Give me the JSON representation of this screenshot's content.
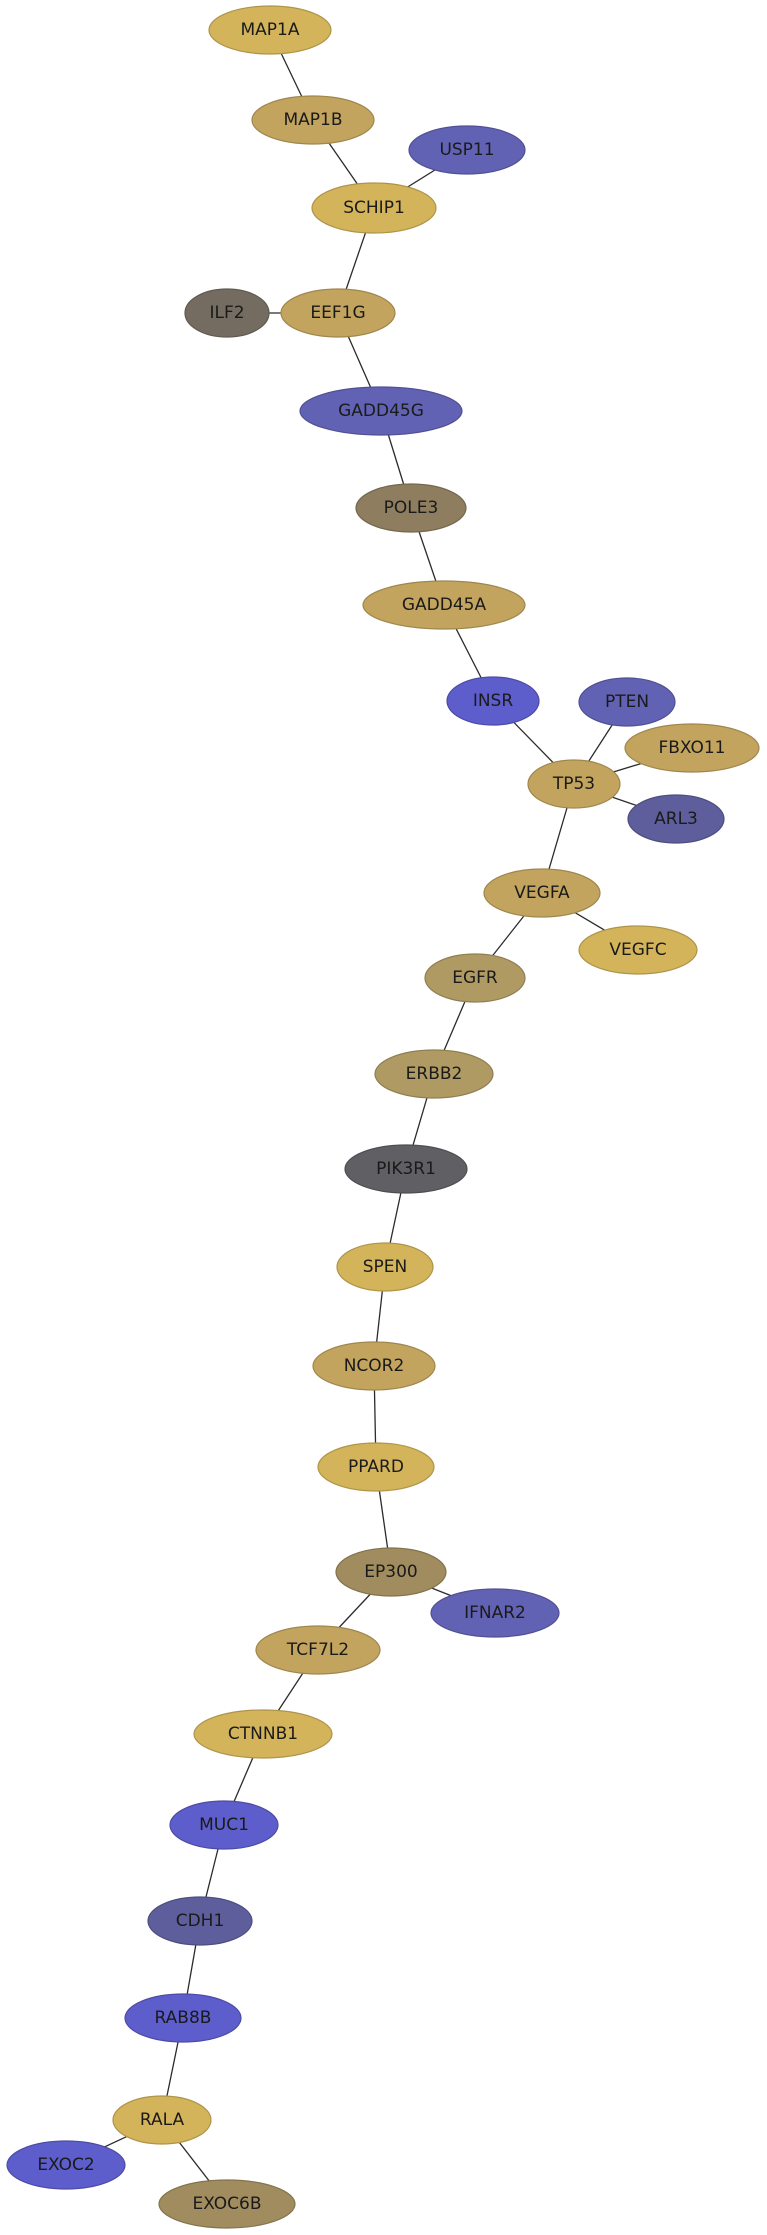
{
  "colors": {
    "gold": "#d4b45a",
    "tan": "#c2a45e",
    "khaki": "#b09a64",
    "olive_brown": "#8e7d5f",
    "dark_olive": "#a08c5e",
    "slate_blue": "#6262b4",
    "bright_blue": "#5d5dcc",
    "dark_slate": "#5e5e9c",
    "dark_gray": "#5f5f64",
    "gray_brown": "#746c60",
    "edge": "#2b2b2b"
  },
  "nodes": [
    {
      "id": "MAP1A",
      "label": "MAP1A",
      "color": "gold"
    },
    {
      "id": "MAP1B",
      "label": "MAP1B",
      "color": "tan"
    },
    {
      "id": "USP11",
      "label": "USP11",
      "color": "slate_blue"
    },
    {
      "id": "SCHIP1",
      "label": "SCHIP1",
      "color": "gold"
    },
    {
      "id": "ILF2",
      "label": "ILF2",
      "color": "gray_brown"
    },
    {
      "id": "EEF1G",
      "label": "EEF1G",
      "color": "tan"
    },
    {
      "id": "GADD45G",
      "label": "GADD45G",
      "color": "slate_blue"
    },
    {
      "id": "POLE3",
      "label": "POLE3",
      "color": "olive_brown"
    },
    {
      "id": "GADD45A",
      "label": "GADD45A",
      "color": "tan"
    },
    {
      "id": "INSR",
      "label": "INSR",
      "color": "bright_blue"
    },
    {
      "id": "PTEN",
      "label": "PTEN",
      "color": "slate_blue"
    },
    {
      "id": "FBXO11",
      "label": "FBXO11",
      "color": "tan"
    },
    {
      "id": "TP53",
      "label": "TP53",
      "color": "tan"
    },
    {
      "id": "ARL3",
      "label": "ARL3",
      "color": "dark_slate"
    },
    {
      "id": "VEGFA",
      "label": "VEGFA",
      "color": "tan"
    },
    {
      "id": "VEGFC",
      "label": "VEGFC",
      "color": "gold"
    },
    {
      "id": "EGFR",
      "label": "EGFR",
      "color": "khaki"
    },
    {
      "id": "ERBB2",
      "label": "ERBB2",
      "color": "khaki"
    },
    {
      "id": "PIK3R1",
      "label": "PIK3R1",
      "color": "dark_gray"
    },
    {
      "id": "SPEN",
      "label": "SPEN",
      "color": "gold"
    },
    {
      "id": "NCOR2",
      "label": "NCOR2",
      "color": "tan"
    },
    {
      "id": "PPARD",
      "label": "PPARD",
      "color": "gold"
    },
    {
      "id": "EP300",
      "label": "EP300",
      "color": "dark_olive"
    },
    {
      "id": "IFNAR2",
      "label": "IFNAR2",
      "color": "slate_blue"
    },
    {
      "id": "TCF7L2",
      "label": "TCF7L2",
      "color": "tan"
    },
    {
      "id": "CTNNB1",
      "label": "CTNNB1",
      "color": "gold"
    },
    {
      "id": "MUC1",
      "label": "MUC1",
      "color": "bright_blue"
    },
    {
      "id": "CDH1",
      "label": "CDH1",
      "color": "dark_slate"
    },
    {
      "id": "RAB8B",
      "label": "RAB8B",
      "color": "bright_blue"
    },
    {
      "id": "RALA",
      "label": "RALA",
      "color": "gold"
    },
    {
      "id": "EXOC2",
      "label": "EXOC2",
      "color": "bright_blue"
    },
    {
      "id": "EXOC6B",
      "label": "EXOC6B",
      "color": "dark_olive"
    }
  ],
  "edges": [
    [
      "MAP1A",
      "MAP1B"
    ],
    [
      "MAP1B",
      "SCHIP1"
    ],
    [
      "USP11",
      "SCHIP1"
    ],
    [
      "SCHIP1",
      "EEF1G"
    ],
    [
      "ILF2",
      "EEF1G"
    ],
    [
      "EEF1G",
      "GADD45G"
    ],
    [
      "GADD45G",
      "POLE3"
    ],
    [
      "POLE3",
      "GADD45A"
    ],
    [
      "GADD45A",
      "INSR"
    ],
    [
      "INSR",
      "TP53"
    ],
    [
      "PTEN",
      "TP53"
    ],
    [
      "FBXO11",
      "TP53"
    ],
    [
      "TP53",
      "ARL3"
    ],
    [
      "TP53",
      "VEGFA"
    ],
    [
      "VEGFA",
      "VEGFC"
    ],
    [
      "VEGFA",
      "EGFR"
    ],
    [
      "EGFR",
      "ERBB2"
    ],
    [
      "ERBB2",
      "PIK3R1"
    ],
    [
      "PIK3R1",
      "SPEN"
    ],
    [
      "SPEN",
      "NCOR2"
    ],
    [
      "NCOR2",
      "PPARD"
    ],
    [
      "PPARD",
      "EP300"
    ],
    [
      "EP300",
      "IFNAR2"
    ],
    [
      "EP300",
      "TCF7L2"
    ],
    [
      "TCF7L2",
      "CTNNB1"
    ],
    [
      "CTNNB1",
      "MUC1"
    ],
    [
      "MUC1",
      "CDH1"
    ],
    [
      "CDH1",
      "RAB8B"
    ],
    [
      "RAB8B",
      "RALA"
    ],
    [
      "RALA",
      "EXOC2"
    ],
    [
      "RALA",
      "EXOC6B"
    ]
  ]
}
